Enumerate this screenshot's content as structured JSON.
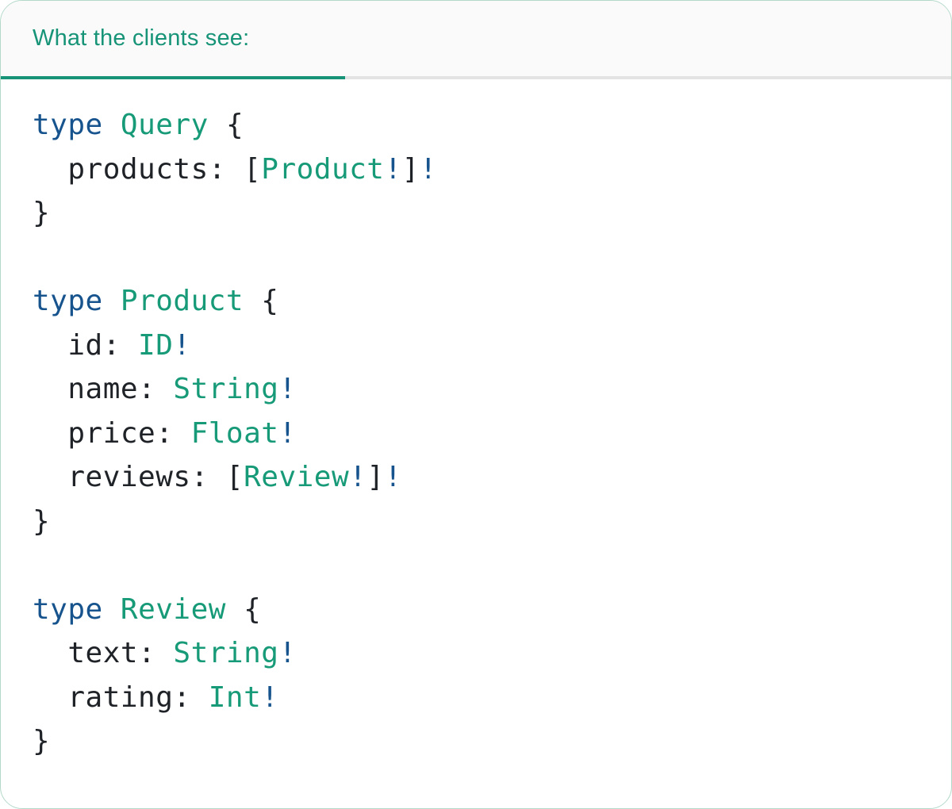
{
  "header": {
    "tab_label": "What the clients see:"
  },
  "colors": {
    "accent_green": "#179478",
    "type_teal": "#179a78",
    "keyword_blue": "#17548e",
    "code_dark": "#1f2328",
    "header_bg": "#fafafa",
    "divider_gray": "#e3e3e3",
    "panel_border_green": "#b4d9c9"
  },
  "code": {
    "language": "graphql",
    "lines": [
      [
        [
          "k",
          "type"
        ],
        [
          "p",
          " "
        ],
        [
          "t",
          "Query"
        ],
        [
          "p",
          " {"
        ]
      ],
      [
        [
          "p",
          "  products: ["
        ],
        [
          "t",
          "Product"
        ],
        [
          "b",
          "!"
        ],
        [
          "p",
          "]"
        ],
        [
          "b",
          "!"
        ]
      ],
      [
        [
          "p",
          "}"
        ]
      ],
      [],
      [
        [
          "k",
          "type"
        ],
        [
          "p",
          " "
        ],
        [
          "t",
          "Product"
        ],
        [
          "p",
          " {"
        ]
      ],
      [
        [
          "p",
          "  id: "
        ],
        [
          "t",
          "ID"
        ],
        [
          "b",
          "!"
        ]
      ],
      [
        [
          "p",
          "  name: "
        ],
        [
          "t",
          "String"
        ],
        [
          "b",
          "!"
        ]
      ],
      [
        [
          "p",
          "  price: "
        ],
        [
          "t",
          "Float"
        ],
        [
          "b",
          "!"
        ]
      ],
      [
        [
          "p",
          "  reviews: ["
        ],
        [
          "t",
          "Review"
        ],
        [
          "b",
          "!"
        ],
        [
          "p",
          "]"
        ],
        [
          "b",
          "!"
        ]
      ],
      [
        [
          "p",
          "}"
        ]
      ],
      [],
      [
        [
          "k",
          "type"
        ],
        [
          "p",
          " "
        ],
        [
          "t",
          "Review"
        ],
        [
          "p",
          " {"
        ]
      ],
      [
        [
          "p",
          "  text: "
        ],
        [
          "t",
          "String"
        ],
        [
          "b",
          "!"
        ]
      ],
      [
        [
          "p",
          "  rating: "
        ],
        [
          "t",
          "Int"
        ],
        [
          "b",
          "!"
        ]
      ],
      [
        [
          "p",
          "}"
        ]
      ]
    ]
  }
}
